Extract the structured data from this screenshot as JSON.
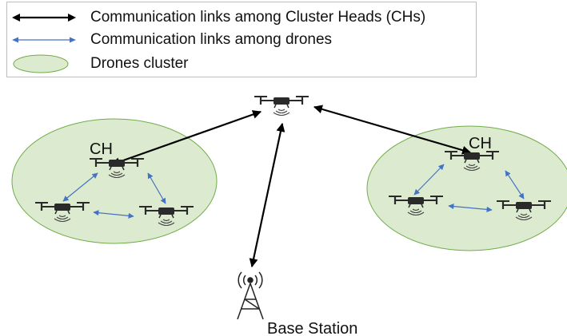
{
  "legend": {
    "items": [
      {
        "label": "Communication links among Cluster Heads (CHs)"
      },
      {
        "label": "Communication links among drones"
      },
      {
        "label": "Drones cluster"
      }
    ]
  },
  "diagram": {
    "left_cluster_head_label": "CH",
    "right_cluster_head_label": "CH",
    "base_station_label": "Base Station"
  },
  "colors": {
    "ch_link": "#000000",
    "drone_link": "#4472c4",
    "cluster_fill": "#dcebd0",
    "cluster_stroke": "#70ad47",
    "drone_body": "#2a2a2a"
  }
}
